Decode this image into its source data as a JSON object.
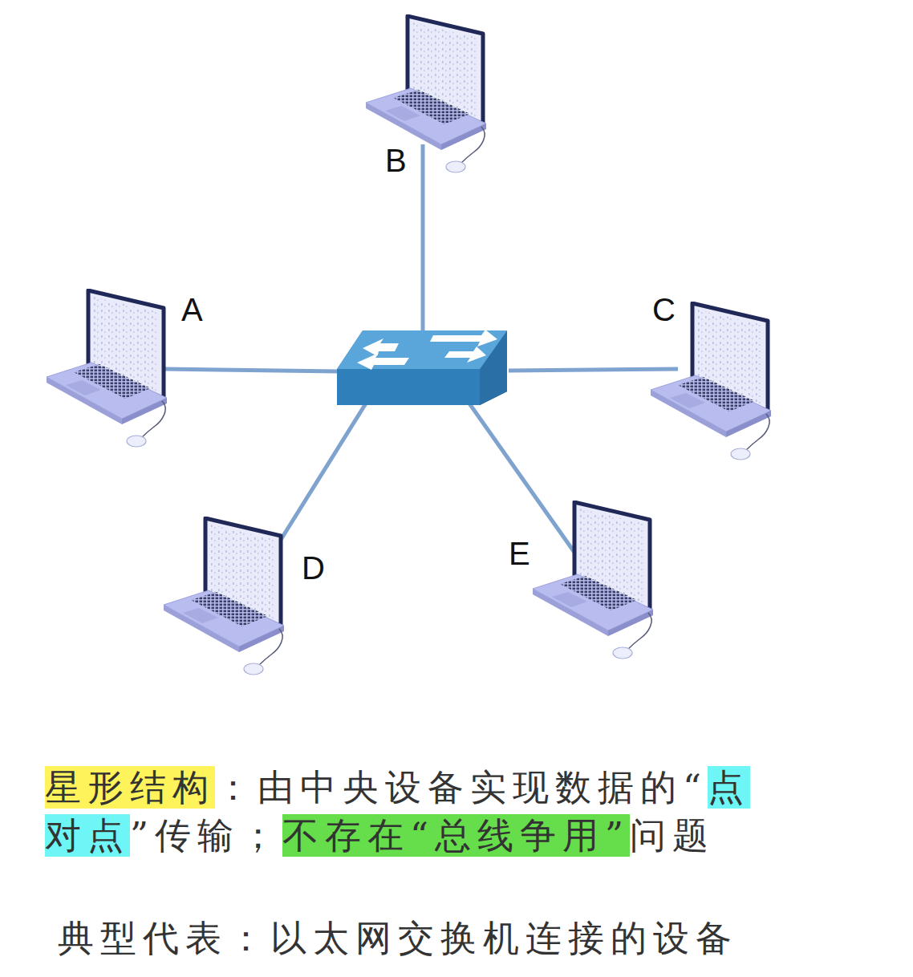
{
  "diagram": {
    "nodes": [
      {
        "text": [
          "B"
        ]
      },
      {
        "text": [
          "A"
        ]
      },
      {
        "text": [
          "C"
        ]
      },
      {
        "text": [
          "D"
        ]
      },
      {
        "text": [
          "E"
        ]
      }
    ],
    "labels": [
      "星形结构",
      "：由中央设备实现数据的“",
      "点对点",
      "”传输；",
      "不存在“总线争用”",
      "问题",
      "典型代表：以太网交换机连接的设备"
    ]
  }
}
